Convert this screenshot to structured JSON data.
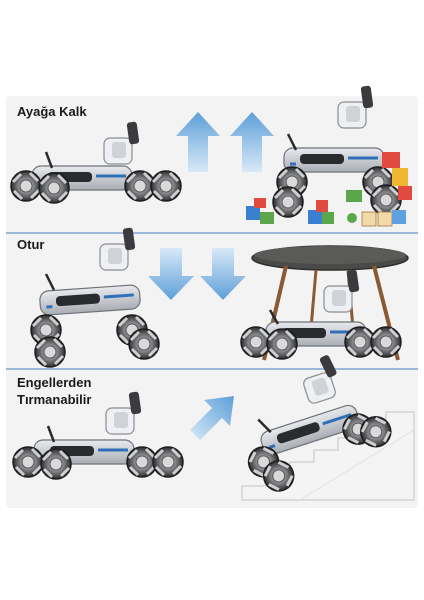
{
  "panels": [
    {
      "label": "Ayağa Kalk"
    },
    {
      "label": "Otur"
    },
    {
      "label_line1": "Engellerden",
      "label_line2": "Tırmanabilir"
    }
  ],
  "colors": {
    "arrow": "#6aa7dc",
    "divider": "#9ab8d8",
    "robot_body": "#c9ccd1",
    "accent": "#2f6fb8",
    "table_top": "#4a4a48",
    "table_legs": "#8a5a35"
  }
}
